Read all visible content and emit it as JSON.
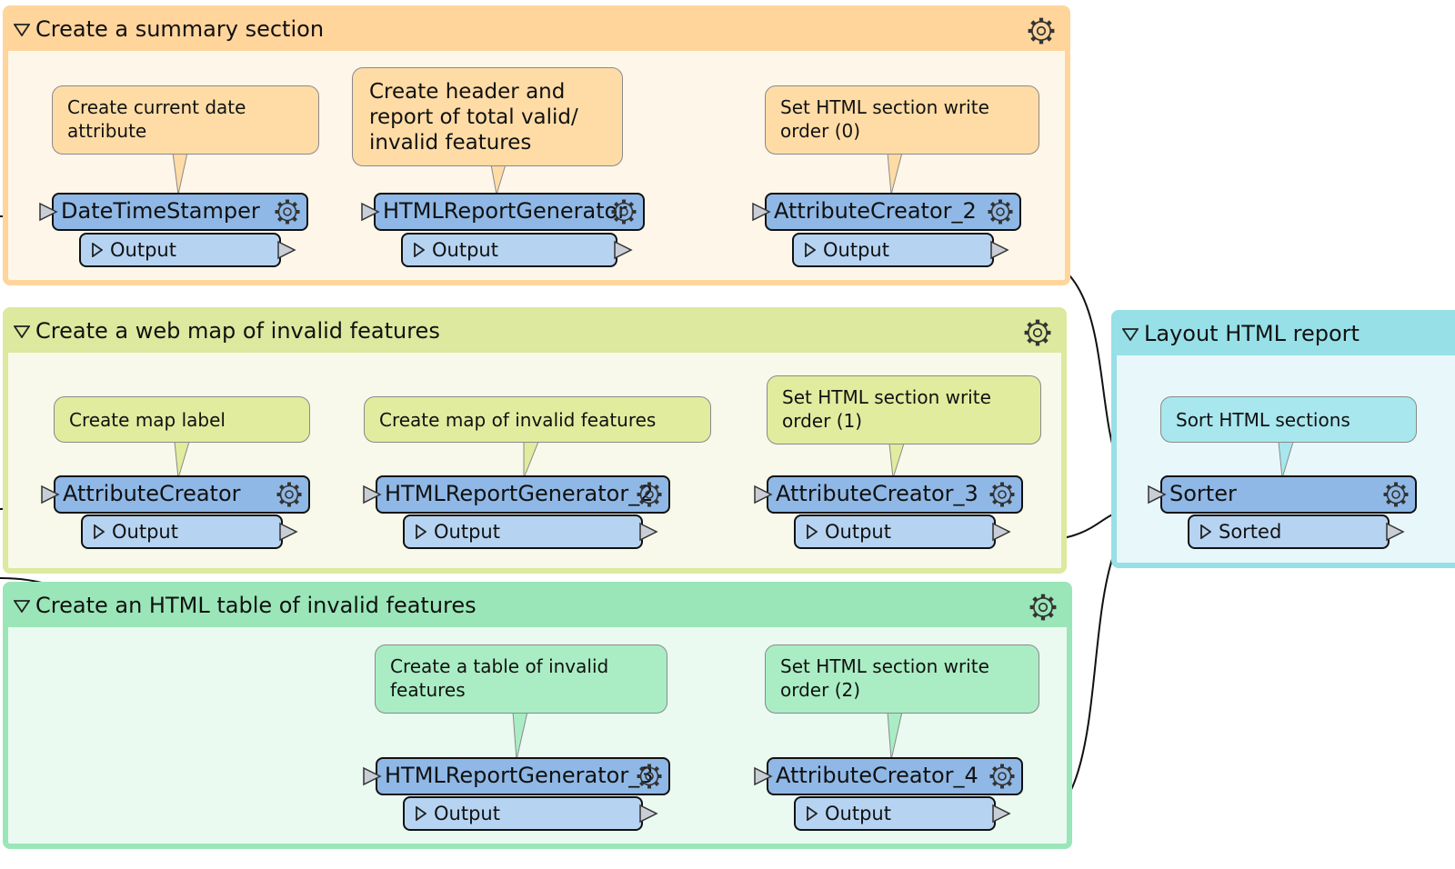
{
  "bookmarks": {
    "summary": {
      "title": "Create a summary section"
    },
    "webmap": {
      "title": "Create a web map of invalid features"
    },
    "table": {
      "title": "Create an HTML table of invalid features"
    },
    "layout": {
      "title": "Layout HTML report"
    }
  },
  "annotations": {
    "summary_1": "Create current date attribute",
    "summary_2": "Create header and report of total valid/ invalid features",
    "summary_3": "Set HTML section write order (0)",
    "webmap_1": "Create map label",
    "webmap_2": "Create map of invalid features",
    "webmap_3": "Set HTML section write order (1)",
    "table_1": "Create a table of invalid features",
    "table_2": "Set HTML section write order (2)",
    "layout_1": "Sort HTML sections"
  },
  "transformers": {
    "datetimestamper": {
      "name": "DateTimeStamper",
      "port": "Output"
    },
    "htmlreportgenerator": {
      "name": "HTMLReportGenerator",
      "port": "Output"
    },
    "attributecreator_2": {
      "name": "AttributeCreator_2",
      "port": "Output"
    },
    "attributecreator": {
      "name": "AttributeCreator",
      "port": "Output"
    },
    "htmlreportgenerator_2": {
      "name": "HTMLReportGenerator_2",
      "port": "Output"
    },
    "attributecreator_3": {
      "name": "AttributeCreator_3",
      "port": "Output"
    },
    "htmlreportgenerator_3": {
      "name": "HTMLReportGenerator_3",
      "port": "Output"
    },
    "attributecreator_4": {
      "name": "AttributeCreator_4",
      "port": "Output"
    },
    "sorter": {
      "name": "Sorter",
      "port": "Sorted"
    }
  },
  "colors": {
    "summary": "#ffd59c",
    "webmap": "#dce99e",
    "table": "#9ae6b8",
    "layout": "#97e0e8",
    "transformer": "#8fb8e6",
    "port": "#b6d4f2"
  },
  "icons": {
    "gear": "gear-icon",
    "collapse": "collapse-triangle-icon",
    "port": "output-port-triangle-icon",
    "input": "input-port-triangle-icon"
  }
}
